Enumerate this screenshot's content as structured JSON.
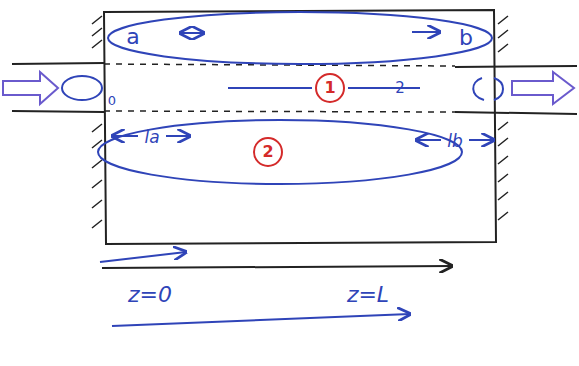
{
  "diagram": {
    "nodes": [
      {
        "text": [
          "1"
        ]
      },
      {
        "text": [
          "2"
        ]
      }
    ],
    "labels": [
      "a",
      "b",
      "0",
      "2",
      "la",
      "lb",
      "z=0",
      "z=L"
    ]
  }
}
